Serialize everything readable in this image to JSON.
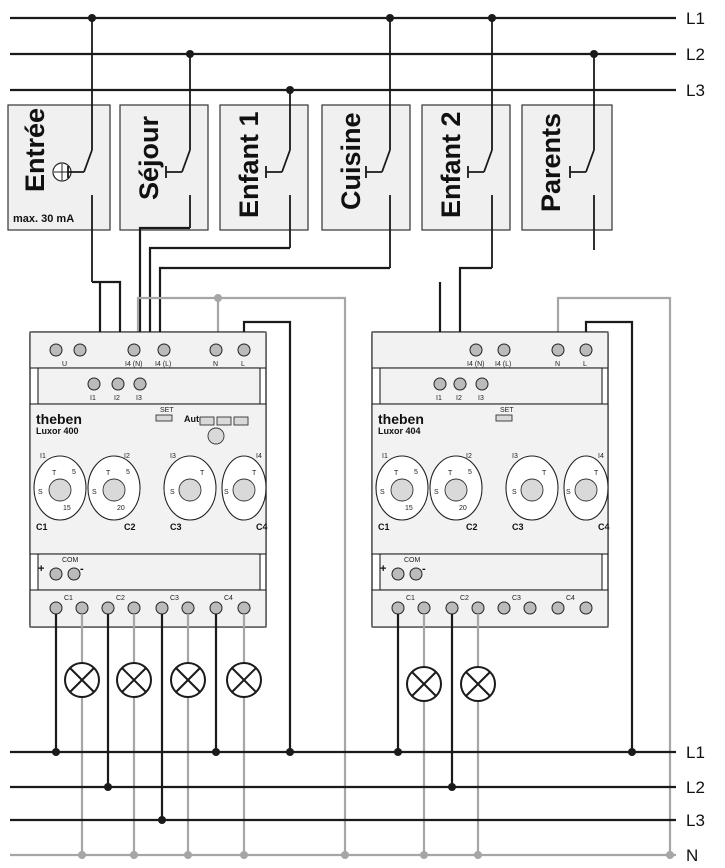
{
  "supply_lines_top": [
    "L1",
    "L2",
    "L3"
  ],
  "supply_lines_bottom": [
    "L1",
    "L2",
    "L3",
    "N"
  ],
  "rooms": [
    "Entrée",
    "Séjour",
    "Enfant 1",
    "Cuisine",
    "Enfant 2",
    "Parents"
  ],
  "entree_note": "max. 30 mA",
  "device1": {
    "brand": "theben",
    "model": "Luxor 400",
    "top_terminals": [
      "U",
      "I4 (N)",
      "I4 (L)",
      "N",
      "L"
    ],
    "input_terminals": [
      "I1",
      "I2",
      "I3"
    ],
    "set_label": "SET",
    "auto_label": "Auto",
    "channel_inputs": [
      "I1",
      "I2",
      "I3",
      "I4"
    ],
    "channels": [
      "C1",
      "C2",
      "C3",
      "C4"
    ],
    "dial_labels": {
      "t": "T",
      "s": "S",
      "v1": "5",
      "v2": "15",
      "v3": "5",
      "v4": "20"
    },
    "com_label": "COM",
    "plus": "+",
    "minus": "-",
    "output_terminals": [
      "C1",
      "C2",
      "C3",
      "C4"
    ]
  },
  "device2": {
    "brand": "theben",
    "model": "Luxor 404",
    "top_terminals": [
      "I4 (N)",
      "I4 (L)",
      "N",
      "L"
    ],
    "input_terminals": [
      "I1",
      "I2",
      "I3"
    ],
    "set_label": "SET",
    "channel_inputs": [
      "I1",
      "I2",
      "I3",
      "I4"
    ],
    "channels": [
      "C1",
      "C2",
      "C3",
      "C4"
    ],
    "dial_labels": {
      "t": "T",
      "s": "S",
      "v1": "5",
      "v2": "15",
      "v3": "5",
      "v4": "20"
    },
    "com_label": "COM",
    "plus": "+",
    "minus": "-",
    "output_terminals": [
      "C1",
      "C2",
      "C3",
      "C4"
    ]
  },
  "colors": {
    "phase_wire": "#1a1a1a",
    "neutral_wire": "#a6a6a6",
    "room_fill": "#f0f0f0"
  }
}
